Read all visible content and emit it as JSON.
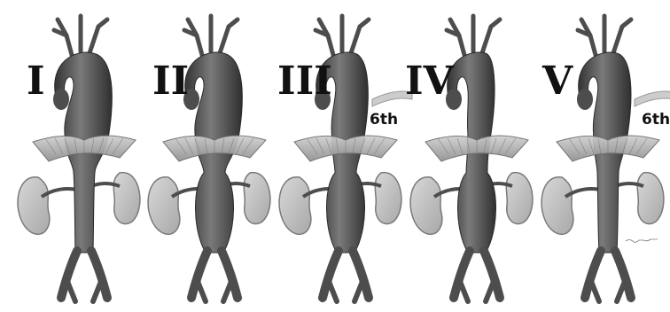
{
  "types": [
    {
      "roman": "I",
      "rib_label": "",
      "extent": "thoracic"
    },
    {
      "roman": "II",
      "rib_label": "",
      "extent": "thoracoabdominal-full"
    },
    {
      "roman": "III",
      "rib_label": "6th",
      "extent": "distal-thoracic-to-abdominal"
    },
    {
      "roman": "IV",
      "rib_label": "",
      "extent": "abdominal"
    },
    {
      "roman": "V",
      "rib_label": "6th",
      "extent": "distal-thoracic"
    }
  ],
  "colors": {
    "aorta": "#4d4d4d",
    "aorta_highlight": "#777777",
    "aneurysm": "#3a3a3a",
    "kidney": "#c4c4c4",
    "kidney_outline": "#7a7a7a",
    "diaphragm": "#b0b0b0",
    "diaphragm_line": "#6b6b6b",
    "rib": "#cccccc",
    "text": "#111111"
  }
}
